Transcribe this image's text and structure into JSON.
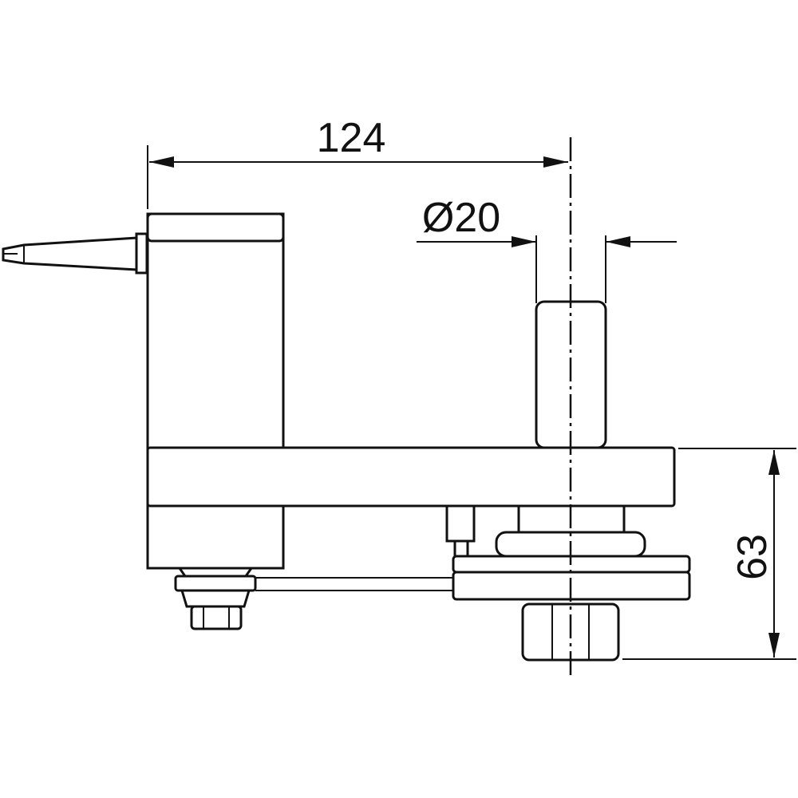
{
  "dimensions": {
    "width_label": "124",
    "diameter_label": "Ø20",
    "height_label": "63"
  },
  "colors": {
    "line": "#111111",
    "background": "#ffffff"
  }
}
